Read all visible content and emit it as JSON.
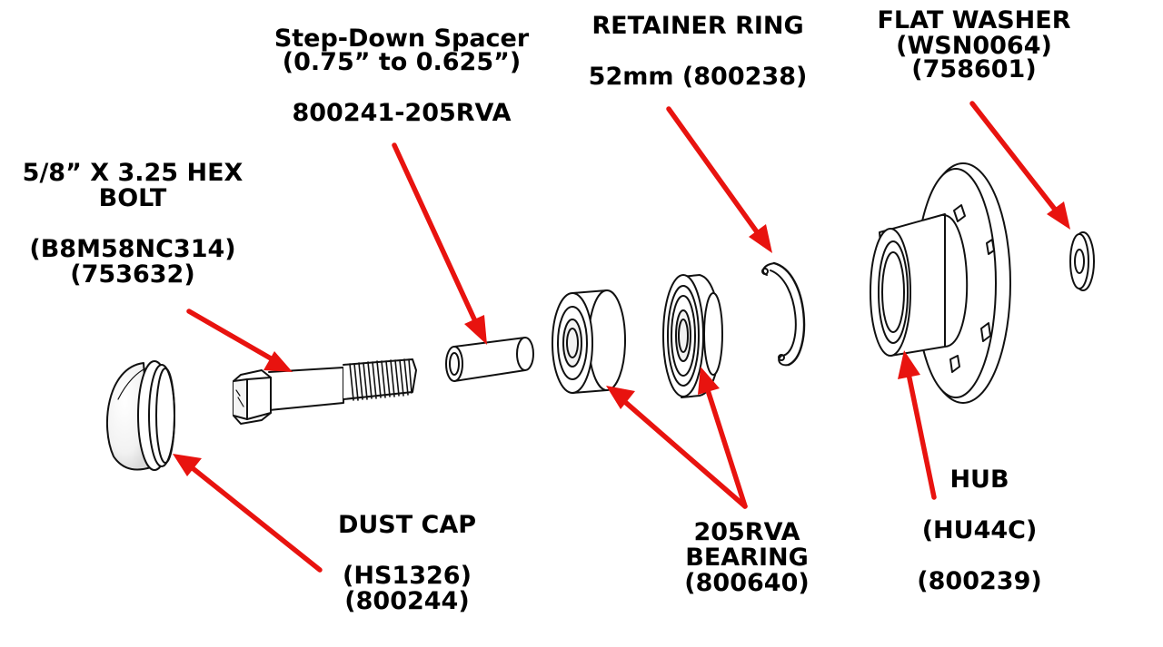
{
  "colors": {
    "arrow": "#e8130f",
    "line": "#111111",
    "text": "#000000"
  },
  "labels": {
    "spacer": {
      "line1": "Step-Down Spacer",
      "line2": "(0.75” to 0.625”)",
      "line3": "800241-205RVA"
    },
    "retainer": {
      "line1": "RETAINER RING",
      "line2": "52mm (800238)"
    },
    "washer": {
      "line1": "FLAT WASHER",
      "line2": "(WSN0064)",
      "line3": "(758601)"
    },
    "bolt": {
      "line1": "5/8” X 3.25 HEX",
      "line2": "BOLT",
      "line3": "(B8M58NC314)",
      "line4": "(753632)"
    },
    "dustcap": {
      "line1": "DUST CAP",
      "line2": "(HS1326)",
      "line3": "(800244)"
    },
    "bearing": {
      "line1": "205RVA",
      "line2": "BEARING",
      "line3": "(800640)"
    },
    "hub": {
      "line1": "HUB",
      "line2": "(HU44C)",
      "line3": "(800239)"
    }
  }
}
